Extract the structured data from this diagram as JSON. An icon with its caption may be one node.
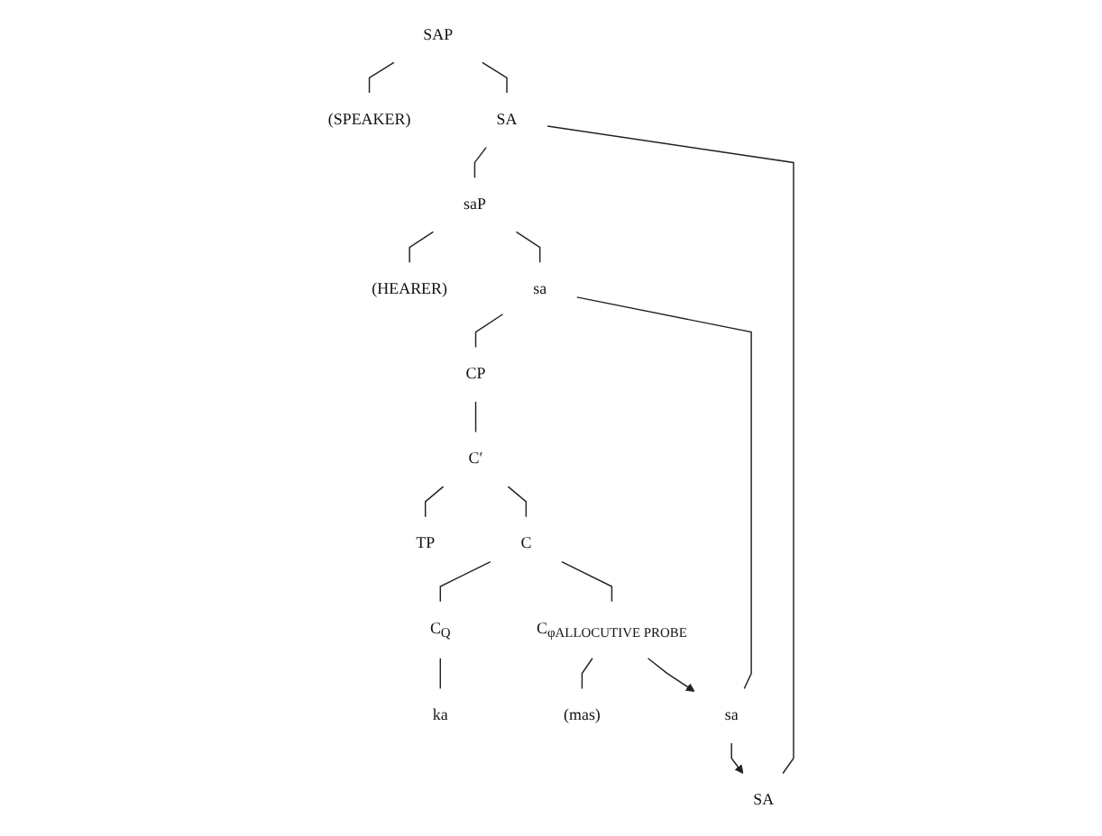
{
  "diagram": {
    "nodes": [
      {
        "text": [
          "SAP"
        ]
      },
      {
        "text": [
          "(SPEAKER)"
        ]
      },
      {
        "text": [
          "SA"
        ]
      },
      {
        "text": [
          "saP"
        ]
      },
      {
        "text": [
          "SA"
        ]
      },
      {
        "text": [
          "(HEARER)"
        ]
      },
      {
        "text": [
          "sa"
        ]
      },
      {
        "text": [
          "CP"
        ]
      },
      {
        "text": [
          "sa"
        ]
      },
      {
        "text": [
          "C′"
        ]
      },
      {
        "text": [
          "TP"
        ]
      },
      {
        "text": [
          "C"
        ]
      },
      {
        "text": [
          "C$_{Q}$"
        ]
      },
      {
        "text": [
          "C$_{φALLOCUTIVE PROBE}$"
        ]
      },
      {
        "text": [
          "ka"
        ]
      },
      {
        "text": [
          "(mas)"
        ]
      }
    ],
    "edges": [
      {
        "from": 0,
        "to": 1,
        "arrow": "none"
      },
      {
        "from": 0,
        "to": 2,
        "arrow": "none"
      },
      {
        "from": 2,
        "to": 3,
        "arrow": "none"
      },
      {
        "from": 2,
        "to": 4,
        "arrow": "none"
      },
      {
        "from": 3,
        "to": 5,
        "arrow": "none"
      },
      {
        "from": 3,
        "to": 6,
        "arrow": "none"
      },
      {
        "from": 6,
        "to": 7,
        "arrow": "none"
      },
      {
        "from": 6,
        "to": 8,
        "arrow": "none"
      },
      {
        "from": 7,
        "to": 9,
        "arrow": "none"
      },
      {
        "from": 9,
        "to": 10,
        "arrow": "none"
      },
      {
        "from": 9,
        "to": 11,
        "arrow": "none"
      },
      {
        "from": 11,
        "to": 12,
        "arrow": "none"
      },
      {
        "from": 11,
        "to": 13,
        "arrow": "none"
      },
      {
        "from": 12,
        "to": 14,
        "arrow": "none"
      },
      {
        "from": 13,
        "to": 15,
        "arrow": "none"
      },
      {
        "from": 13,
        "to": 8,
        "arrow": "to"
      },
      {
        "from": 8,
        "to": 4,
        "arrow": "to"
      }
    ]
  }
}
